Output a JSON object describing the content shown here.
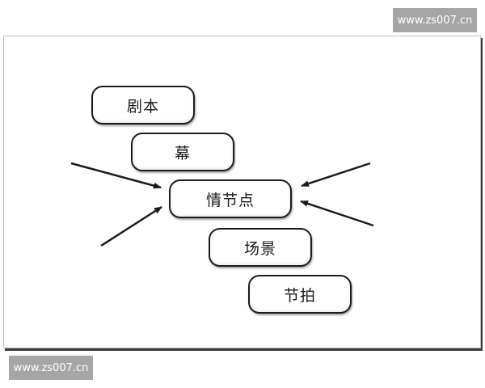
{
  "diagram": {
    "nodes": [
      {
        "id": "script",
        "label": "剧本"
      },
      {
        "id": "act",
        "label": "幕"
      },
      {
        "id": "plot-point",
        "label": "情节点"
      },
      {
        "id": "scene",
        "label": "场景"
      },
      {
        "id": "beat",
        "label": "节拍"
      }
    ],
    "arrows": [
      {
        "from": "upper-left",
        "to": "plot-point"
      },
      {
        "from": "lower-left",
        "to": "plot-point"
      },
      {
        "from": "upper-right",
        "to": "plot-point"
      },
      {
        "from": "lower-right",
        "to": "plot-point"
      }
    ]
  },
  "watermarks": {
    "top_right": "www.zs007.cn",
    "bottom_left": "www.zs007.cn"
  },
  "colors": {
    "border": "#1c1c1c",
    "watermark_bg": "#a6a6a6",
    "watermark_text": "#ffffff"
  }
}
